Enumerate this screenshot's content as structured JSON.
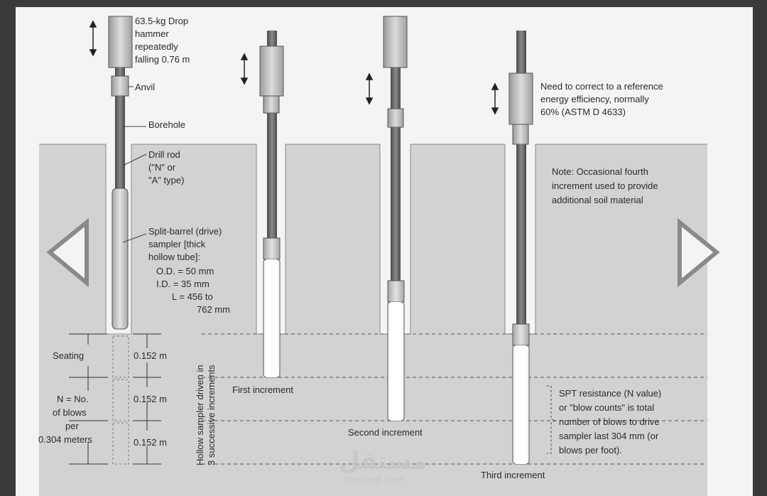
{
  "labels": {
    "hammer_l1": "63.5-kg Drop",
    "hammer_l2": "hammer",
    "hammer_l3": "repeatedly",
    "hammer_l4": "falling 0.76 m",
    "anvil": "Anvil",
    "borehole": "Borehole",
    "drill_l1": "Drill rod",
    "drill_l2": "(\"N\" or",
    "drill_l3": "\"A\" type)",
    "split_l1": "Split-barrel (drive)",
    "split_l2": "sampler [thick",
    "split_l3": "hollow tube]:",
    "split_l4": "O.D. = 50 mm",
    "split_l5": "I.D. = 35 mm",
    "split_l6": "L = 456 to",
    "split_l7": "762 mm",
    "energy_l1": "Need to correct to a reference",
    "energy_l2": "energy efficiency, normally",
    "energy_l3": "60% (ASTM D 4633)",
    "note_l1": "Note: Occasional fourth",
    "note_l2": "increment used to provide",
    "note_l3": "additional soil material",
    "seating": "Seating",
    "n_l1": "N = No.",
    "n_l2": "of blows",
    "n_l3": "per",
    "n_l4": "0.304 meters",
    "inc1_val": "0.152 m",
    "inc2_val": "0.152 m",
    "inc3_val": "0.152 m",
    "vertical_l1": "Hollow sampler driven in",
    "vertical_l2": "3 successive increments",
    "first_increment": "First increment",
    "second_increment": "Second increment",
    "third_increment": "Third increment",
    "spt_l1": "SPT resistance (N value)",
    "spt_l2": "or \"blow counts\" is total",
    "spt_l3": "number of blows to drive",
    "spt_l4": "sampler last 304 mm (or",
    "spt_l5": "blows per foot).",
    "watermark_ar": "مستقل",
    "watermark_en": "mostaql.com"
  },
  "icons": {
    "prev": "left-triangle-arrow-icon",
    "next": "right-triangle-arrow-icon"
  },
  "colors": {
    "soil": "#d2d2d2",
    "background": "#f4f4f4",
    "rod": "#6a6a6a",
    "frame": "#3a3a3a"
  }
}
